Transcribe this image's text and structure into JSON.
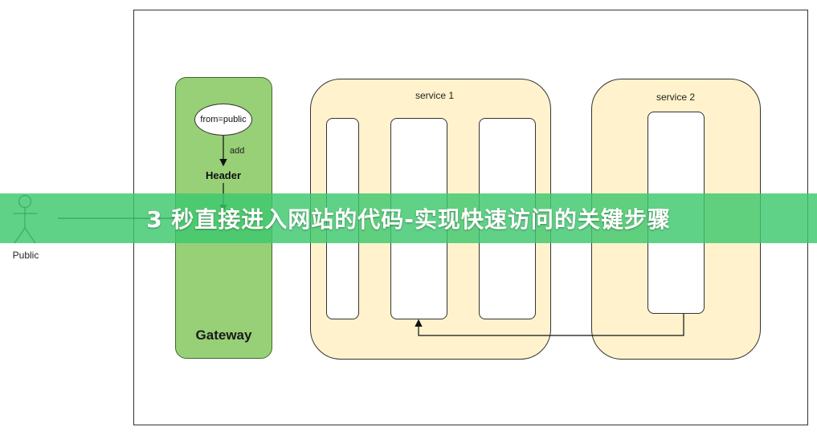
{
  "diagram": {
    "actor": {
      "label": "Public"
    },
    "gateway": {
      "label": "Gateway",
      "condition": "from=public",
      "edge_label": "add",
      "header_label": "Header"
    },
    "services": [
      {
        "title": "service 1"
      },
      {
        "title": "service 2"
      }
    ]
  },
  "banner": {
    "text": "3 秒直接进入网站的代码-实现快速访问的关键步骤"
  },
  "colors": {
    "gateway_fill": "#97d077",
    "service_fill": "#fff2cc",
    "banner": "#3dc86e"
  }
}
